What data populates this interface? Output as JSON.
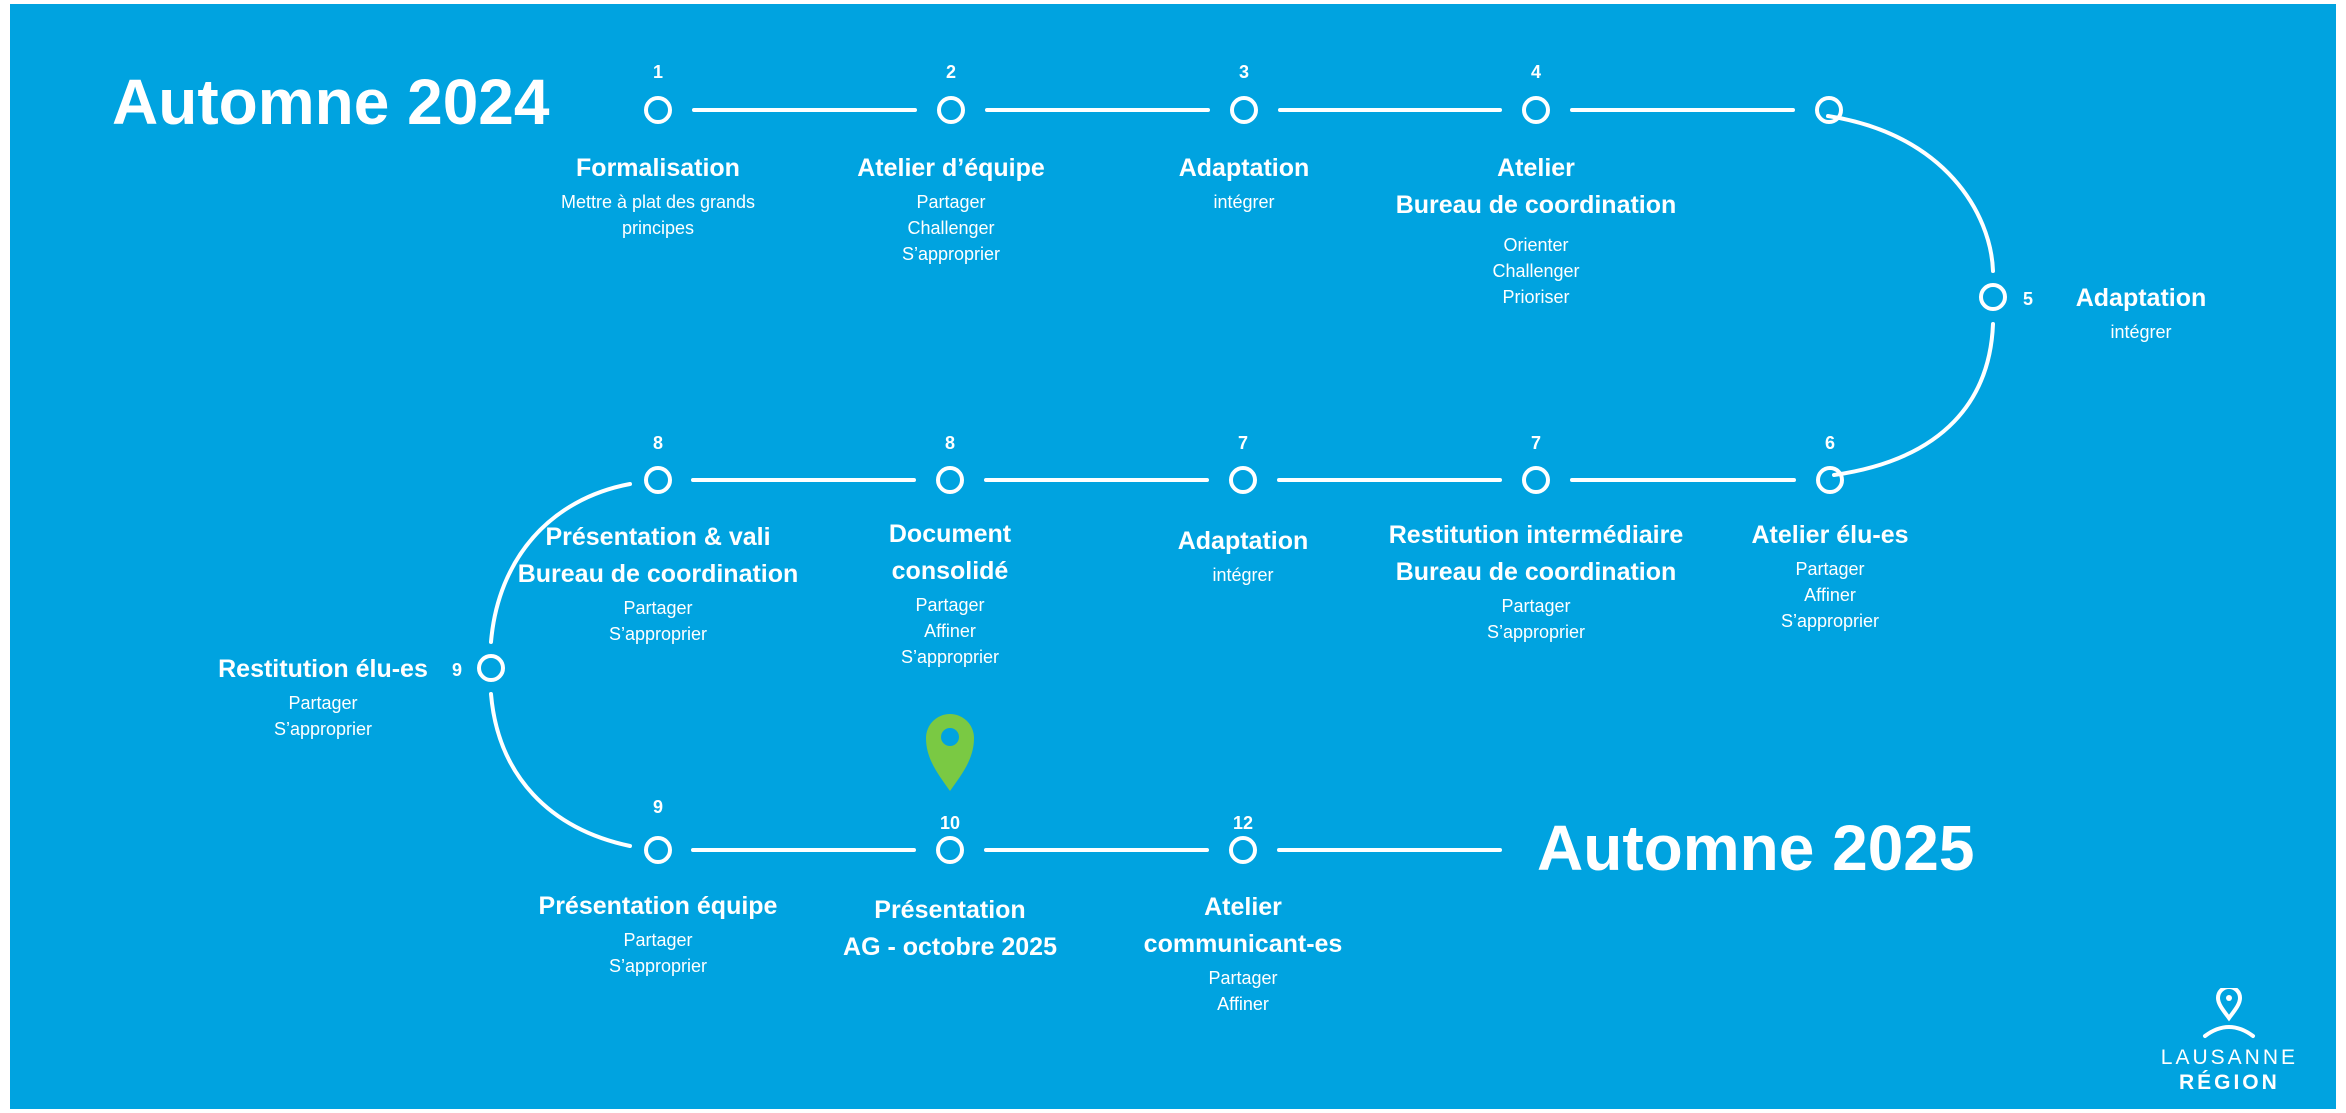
{
  "titles": {
    "start": "Automne 2024",
    "end": "Automne 2025"
  },
  "steps": [
    {
      "id": "s1",
      "number": "1",
      "title": [
        "Formalisation"
      ],
      "subtitle": [
        "Mettre  à plat des grands",
        "principes"
      ]
    },
    {
      "id": "s2",
      "number": "2",
      "title": [
        "Atelier d’équipe"
      ],
      "subtitle": [
        "Partager",
        "Challenger",
        "S’approprier"
      ]
    },
    {
      "id": "s3",
      "number": "3",
      "title": [
        "Adaptation"
      ],
      "subtitle": [
        "intégrer"
      ]
    },
    {
      "id": "s4",
      "number": "4",
      "title": [
        "Atelier",
        "Bureau de coordination"
      ],
      "subtitle": [
        "Orienter",
        "Challenger",
        "Prioriser"
      ]
    },
    {
      "id": "s4b",
      "number": "",
      "title": [],
      "subtitle": []
    },
    {
      "id": "s5",
      "number": "5",
      "title": [
        "Adaptation"
      ],
      "subtitle": [
        "intégrer"
      ]
    },
    {
      "id": "s6",
      "number": "6",
      "title": [
        "Atelier élu-es"
      ],
      "subtitle": [
        "Partager",
        "Affiner",
        "S’approprier"
      ]
    },
    {
      "id": "s7b",
      "number": "7",
      "title": [
        "Restitution intermédiaire",
        "Bureau de coordination"
      ],
      "subtitle": [
        "Partager",
        "S’approprier"
      ]
    },
    {
      "id": "s7a",
      "number": "7",
      "title": [
        "Adaptation"
      ],
      "subtitle": [
        "intégrer"
      ]
    },
    {
      "id": "s8b",
      "number": "8",
      "title": [
        "Document",
        "consolidé"
      ],
      "subtitle": [
        "Partager",
        "Affiner",
        "S’approprier"
      ]
    },
    {
      "id": "s8a",
      "number": "8",
      "title": [
        "Présentation & vali",
        "Bureau de coordination"
      ],
      "subtitle": [
        "Partager",
        "S’approprier"
      ]
    },
    {
      "id": "s9m",
      "number": "9",
      "title": [
        "Restitution élu-es"
      ],
      "subtitle": [
        "Partager",
        "S’approprier"
      ]
    },
    {
      "id": "s9",
      "number": "9",
      "title": [
        "Présentation équipe"
      ],
      "subtitle": [
        "Partager",
        "S’approprier"
      ]
    },
    {
      "id": "s10",
      "number": "10",
      "title": [
        "Présentation",
        "AG - octobre 2025"
      ],
      "subtitle": []
    },
    {
      "id": "s12",
      "number": "12",
      "title": [
        "Atelier",
        "communicant-es"
      ],
      "subtitle": [
        "Partager",
        "Affiner"
      ]
    }
  ],
  "current_step": "s10",
  "logo": {
    "line1": "LAUSANNE",
    "line2": "RÉGION"
  },
  "colors": {
    "background": "#00a3e0",
    "line": "#ffffff",
    "marker": "#7ac943"
  }
}
